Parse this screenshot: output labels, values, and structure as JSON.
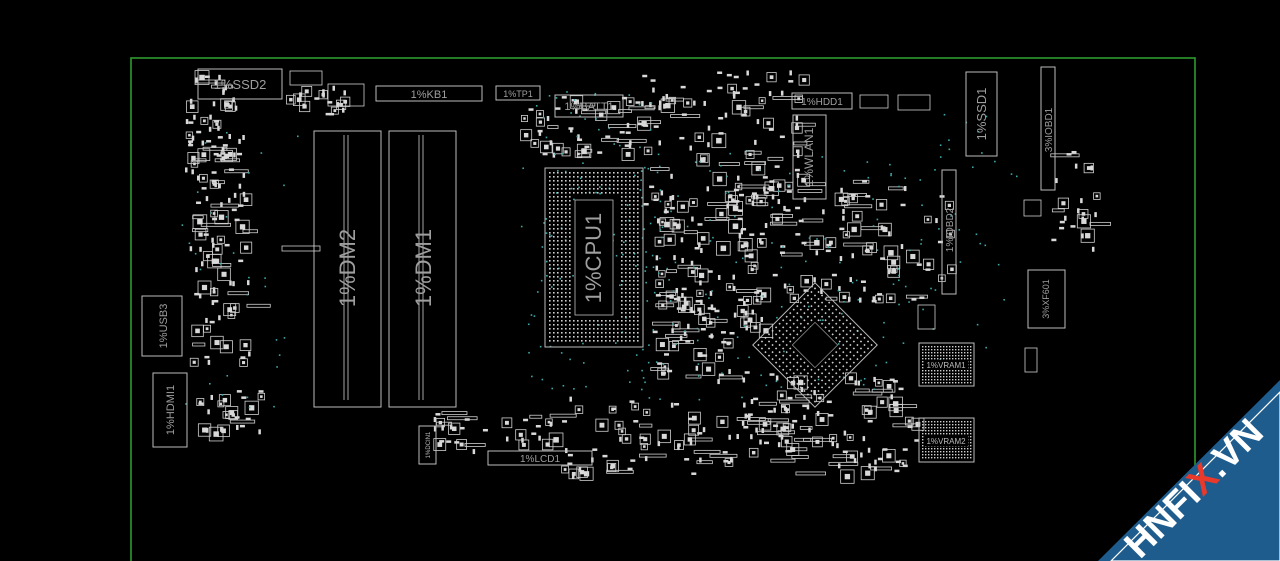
{
  "board": {
    "border_color": "#2e9a2e",
    "component_color": "#cfcfcf",
    "via_color": "#3fa7a7",
    "label_color": "#9e9e9e"
  },
  "components": {
    "ssd2": "1%SSD2",
    "kb1": "1%KB1",
    "tp1": "1%TP1",
    "batt1": "1%BATT1",
    "hdd1": "1%HDD1",
    "ssd1": "1%SSD1",
    "iobd1": "3%IOBD1",
    "iobd2": "1%IOBD2",
    "wlan1": "1%WLAN1",
    "dm2": "1%DM2",
    "dm1": "1%DM1",
    "cpu1": "1%CPU1",
    "usb3": "1%USB3",
    "hdmi1": "1%HDMI1",
    "lcd1": "1%LCD1",
    "vram1": "1%VRAM1",
    "vram2": "1%VRAM2",
    "xf601": "3%XF601",
    "dcin1": "1%DCIN1"
  },
  "watermark": {
    "part1": "HNFI",
    "part2": "X",
    "part3": ".VN",
    "band_color": "#1e5c8e",
    "accent_color": "#e8392b"
  }
}
